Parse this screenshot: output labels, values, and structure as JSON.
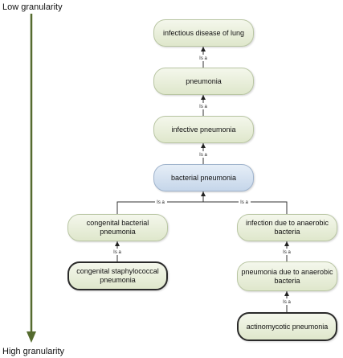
{
  "axis": {
    "low_label": "Low granularity",
    "high_label": "High granularity"
  },
  "relation_label": "Is a",
  "nodes": {
    "infectious_disease_of_lung": "infectious disease of lung",
    "pneumonia": "pneumonia",
    "infective_pneumonia": "infective pneumonia",
    "bacterial_pneumonia": "bacterial pneumonia",
    "congenital_bacterial_pneumonia": "congenital bacterial pneumonia",
    "infection_due_to_anaerobic_bacteria": "infection due to anaerobic bacteria",
    "congenital_staphylococcal_pneumonia": "congenital staphylococcal pneumonia",
    "pneumonia_due_to_anaerobic_bacteria": "pneumonia due to anaerobic bacteria",
    "actinomycotic_pneumonia": "actinomycotic pneumonia"
  },
  "colors": {
    "node_fill": "#e3ead3",
    "focus_fill": "#c6d6ea",
    "axis": "#556b2f"
  }
}
